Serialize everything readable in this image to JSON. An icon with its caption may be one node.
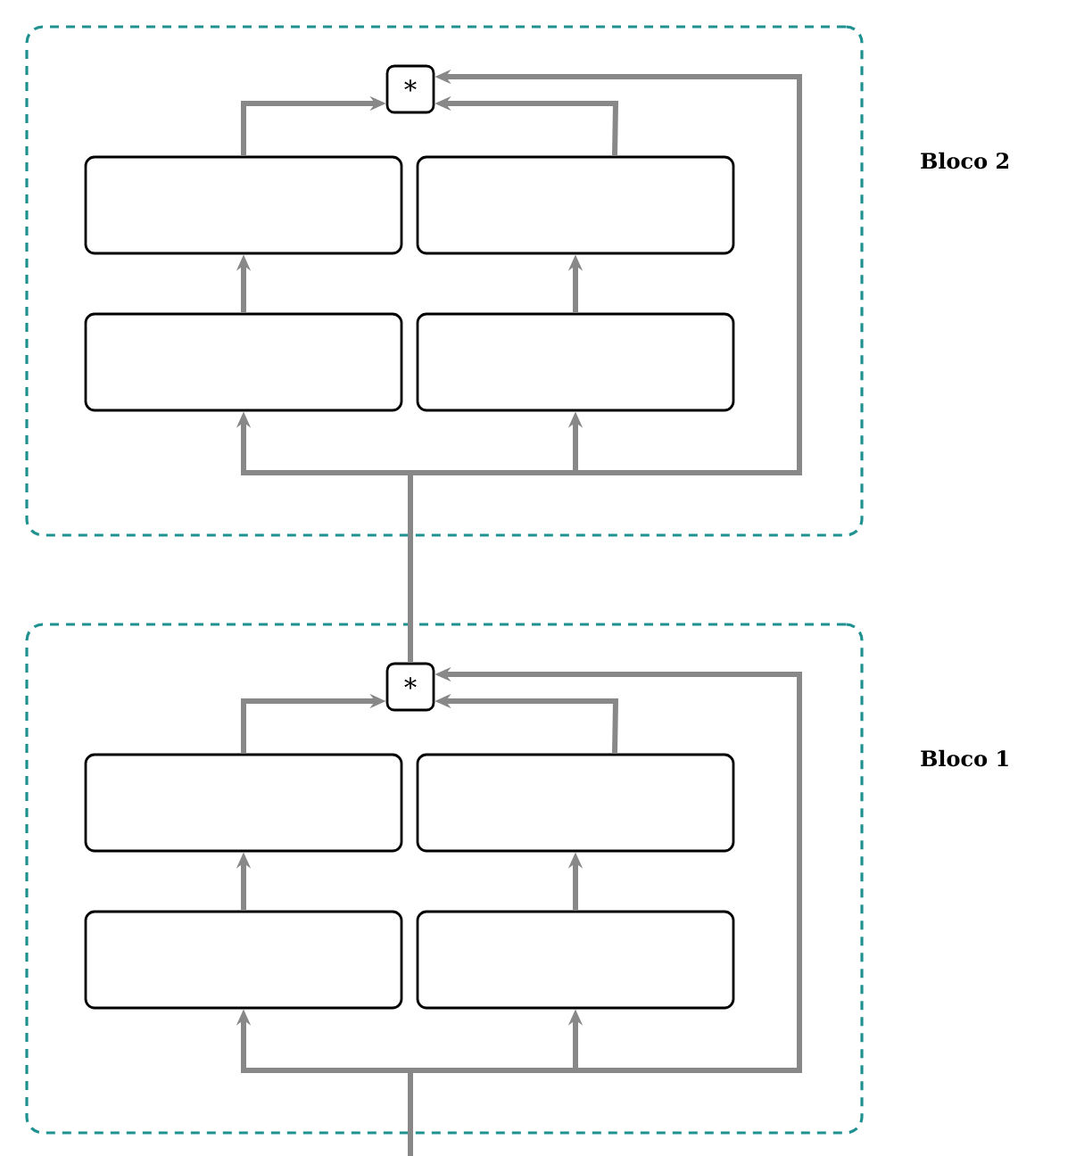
{
  "diagram": {
    "nodes": [
      {
        "text": [
          "Bloco 2"
        ]
      },
      {
        "text": [
          "*"
        ],
        "in": 0
      },
      {
        "text": [],
        "shape": "box",
        "in": 0
      },
      {
        "text": [],
        "shape": "box",
        "in": 0
      },
      {
        "text": [],
        "shape": "box",
        "in": 0
      },
      {
        "text": [],
        "shape": "box",
        "in": 0
      },
      {
        "text": [
          "Bloco 1"
        ]
      },
      {
        "text": [
          "*"
        ],
        "in": 6
      },
      {
        "text": [],
        "shape": "box",
        "in": 6
      },
      {
        "text": [],
        "shape": "box",
        "in": 6
      },
      {
        "text": [],
        "shape": "box",
        "in": 6
      },
      {
        "text": [],
        "shape": "box",
        "in": 6
      }
    ],
    "edges": [
      {
        "from": null,
        "to": 10,
        "arrow": "to"
      },
      {
        "from": null,
        "to": 11,
        "arrow": "to"
      },
      {
        "from": null,
        "to": 7,
        "arrow": "to"
      },
      {
        "from": 10,
        "to": 8,
        "arrow": "to"
      },
      {
        "from": 11,
        "to": 9,
        "arrow": "to"
      },
      {
        "from": 8,
        "to": 7,
        "arrow": "to"
      },
      {
        "from": 9,
        "to": 7,
        "arrow": "to"
      },
      {
        "from": 7,
        "to": 4,
        "arrow": "to"
      },
      {
        "from": 7,
        "to": 5,
        "arrow": "to"
      },
      {
        "from": 7,
        "to": 1,
        "arrow": "to"
      },
      {
        "from": 4,
        "to": 2,
        "arrow": "to"
      },
      {
        "from": 5,
        "to": 3,
        "arrow": "to"
      },
      {
        "from": 2,
        "to": 1,
        "arrow": "to"
      },
      {
        "from": 3,
        "to": 1,
        "arrow": "to"
      }
    ]
  }
}
